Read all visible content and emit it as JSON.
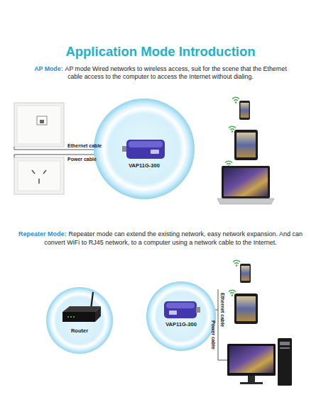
{
  "diagram": {
    "title": "Application Mode Introduction",
    "nodes": [
      {
        "text": [
          "VAP11G-300"
        ]
      },
      {
        "text": [
          "Router"
        ]
      },
      {
        "text": [
          "VAP11G-300"
        ]
      }
    ],
    "labels": [
      "AP Mode:",
      "AP mode Wired networks to wireless access, suit for the scene that the Ethernet cable access to the computer to access the Internet without dialing.",
      "Ethernet cable",
      "Power cable",
      "Repeater Mode:",
      "Repeater mode can extend the existing network, easy network expansion. And can convert WiFi to RJ45 network, to a computer using a network cable to the Internet.",
      "Ethernet cable",
      "Power cable"
    ]
  }
}
